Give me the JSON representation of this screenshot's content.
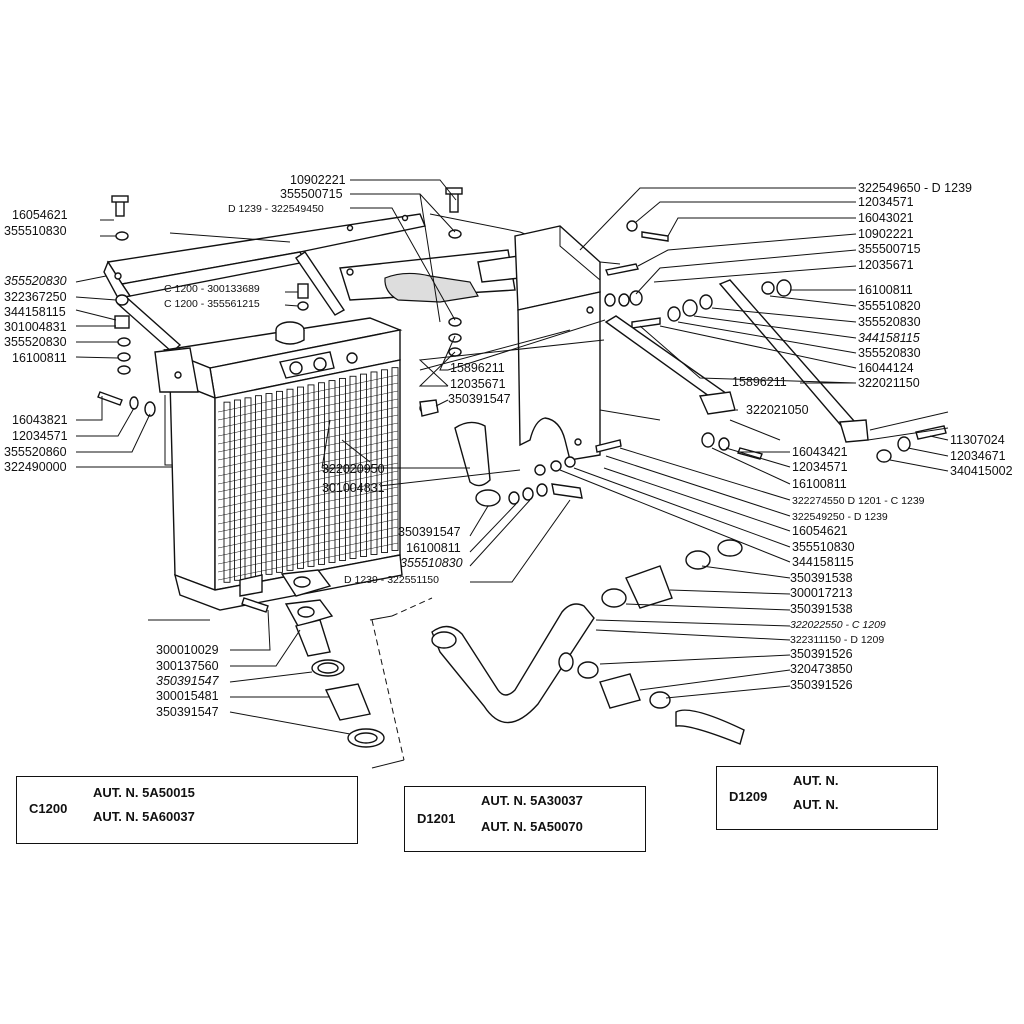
{
  "labels_left": [
    {
      "id": "l1",
      "text": "16054621"
    },
    {
      "id": "l2",
      "text": "355510830"
    },
    {
      "id": "l3",
      "text": "355520830",
      "italic": true
    },
    {
      "id": "l4",
      "text": "322367250"
    },
    {
      "id": "l5",
      "text": "344158115"
    },
    {
      "id": "l6",
      "text": "301004831"
    },
    {
      "id": "l7",
      "text": "355520830"
    },
    {
      "id": "l8",
      "text": "16100811"
    },
    {
      "id": "l9",
      "text": "16043821"
    },
    {
      "id": "l10",
      "text": "12034571"
    },
    {
      "id": "l11",
      "text": "355520860"
    },
    {
      "id": "l12",
      "text": "322490000"
    }
  ],
  "labels_top": [
    {
      "id": "t1",
      "text": "10902221"
    },
    {
      "id": "t2",
      "text": "355500715"
    },
    {
      "id": "t3",
      "text": "D 1239 - 322549450"
    },
    {
      "id": "t4",
      "text": "C 1200 - 300133689"
    },
    {
      "id": "t5",
      "text": "C 1200 - 355561215"
    }
  ],
  "labels_center": [
    {
      "id": "c1",
      "text": "15896211"
    },
    {
      "id": "c2",
      "text": "12035671"
    },
    {
      "id": "c3",
      "text": "350391547"
    },
    {
      "id": "c4",
      "text": "322020950"
    },
    {
      "id": "c5",
      "text": "301004831"
    },
    {
      "id": "c6",
      "text": "350391547"
    },
    {
      "id": "c7",
      "text": "16100811"
    },
    {
      "id": "c8",
      "text": "355510830",
      "italic": true
    },
    {
      "id": "c9",
      "text": "D 1239 - 322551150"
    },
    {
      "id": "c10",
      "text": "300010029"
    },
    {
      "id": "c11",
      "text": "300137560"
    },
    {
      "id": "c12",
      "text": "350391547",
      "italic": true
    },
    {
      "id": "c13",
      "text": "300015481"
    },
    {
      "id": "c14",
      "text": "350391547"
    }
  ],
  "labels_right": [
    {
      "id": "r1",
      "text": "322549650 - D 1239"
    },
    {
      "id": "r2",
      "text": "12034571"
    },
    {
      "id": "r3",
      "text": "16043021"
    },
    {
      "id": "r4",
      "text": "10902221"
    },
    {
      "id": "r5",
      "text": "355500715"
    },
    {
      "id": "r6",
      "text": "12035671"
    },
    {
      "id": "r7",
      "text": "16100811"
    },
    {
      "id": "r8",
      "text": "355510820"
    },
    {
      "id": "r9",
      "text": "355520830"
    },
    {
      "id": "r10",
      "text": "344158115",
      "italic": true
    },
    {
      "id": "r11",
      "text": "355520830"
    },
    {
      "id": "r12",
      "text": "16044124"
    },
    {
      "id": "r13",
      "text": "15896211"
    },
    {
      "id": "r14",
      "text": "322021150"
    },
    {
      "id": "r15",
      "text": "322021050"
    },
    {
      "id": "r16",
      "text": "16043421"
    },
    {
      "id": "r17",
      "text": "12034571"
    },
    {
      "id": "r18",
      "text": "11307024"
    },
    {
      "id": "r19",
      "text": "12034671"
    },
    {
      "id": "r20",
      "text": "340415002"
    },
    {
      "id": "r21",
      "text": "16100811"
    },
    {
      "id": "r22",
      "text": "322274550 D 1201 - C 1239"
    },
    {
      "id": "r23",
      "text": "322549250 - D 1239"
    },
    {
      "id": "r24",
      "text": "16054621"
    },
    {
      "id": "r25",
      "text": "355510830"
    },
    {
      "id": "r26",
      "text": "344158115"
    },
    {
      "id": "r27",
      "text": "350391538"
    },
    {
      "id": "r28",
      "text": "300017213"
    },
    {
      "id": "r29",
      "text": "350391538"
    },
    {
      "id": "r30",
      "text": "322022550 - C 1209",
      "italic": true
    },
    {
      "id": "r31",
      "text": "322311150 - D 1209"
    },
    {
      "id": "r32",
      "text": "350391526"
    },
    {
      "id": "r33",
      "text": "320473850"
    },
    {
      "id": "r34",
      "text": "350391526"
    }
  ],
  "boxes": {
    "c1200": {
      "model": "C1200",
      "aut1": "AUT. N. 5A50015",
      "aut2": "AUT. N. 5A60037"
    },
    "d1201": {
      "model": "D1201",
      "aut1": "AUT. N. 5A30037",
      "aut2": "AUT. N. 5A50070"
    },
    "d1209": {
      "model": "D1209",
      "aut1": "AUT. N.",
      "aut2": "AUT. N."
    }
  }
}
